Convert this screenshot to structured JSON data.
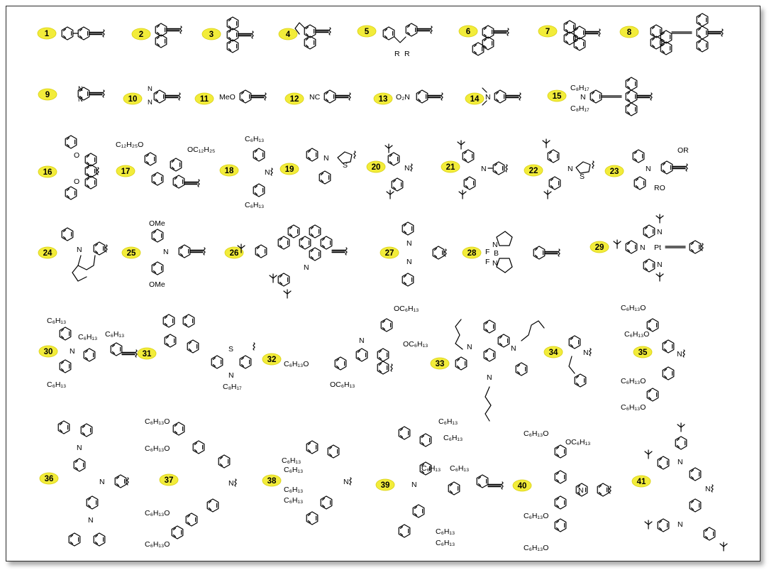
{
  "label_color": "#f2ec3a",
  "compounds": [
    {
      "id": "1",
      "label": "1"
    },
    {
      "id": "2",
      "label": "2"
    },
    {
      "id": "3",
      "label": "3"
    },
    {
      "id": "4",
      "label": "4"
    },
    {
      "id": "5",
      "label": "5"
    },
    {
      "id": "6",
      "label": "6"
    },
    {
      "id": "7",
      "label": "7"
    },
    {
      "id": "8",
      "label": "8"
    },
    {
      "id": "9",
      "label": "9"
    },
    {
      "id": "10",
      "label": "10"
    },
    {
      "id": "11",
      "label": "11"
    },
    {
      "id": "12",
      "label": "12"
    },
    {
      "id": "13",
      "label": "13"
    },
    {
      "id": "14",
      "label": "14"
    },
    {
      "id": "15",
      "label": "15"
    },
    {
      "id": "16",
      "label": "16"
    },
    {
      "id": "17",
      "label": "17"
    },
    {
      "id": "18",
      "label": "18"
    },
    {
      "id": "19",
      "label": "19"
    },
    {
      "id": "20",
      "label": "20"
    },
    {
      "id": "21",
      "label": "21"
    },
    {
      "id": "22",
      "label": "22"
    },
    {
      "id": "23",
      "label": "23"
    },
    {
      "id": "24",
      "label": "24"
    },
    {
      "id": "25",
      "label": "25"
    },
    {
      "id": "26",
      "label": "26"
    },
    {
      "id": "27",
      "label": "27"
    },
    {
      "id": "28",
      "label": "28"
    },
    {
      "id": "29",
      "label": "29"
    },
    {
      "id": "30",
      "label": "30"
    },
    {
      "id": "31",
      "label": "31"
    },
    {
      "id": "32",
      "label": "32"
    },
    {
      "id": "33",
      "label": "33"
    },
    {
      "id": "34",
      "label": "34"
    },
    {
      "id": "35",
      "label": "35"
    },
    {
      "id": "36",
      "label": "36"
    },
    {
      "id": "37",
      "label": "37"
    },
    {
      "id": "38",
      "label": "38"
    },
    {
      "id": "39",
      "label": "39"
    },
    {
      "id": "40",
      "label": "40"
    },
    {
      "id": "41",
      "label": "41"
    }
  ],
  "atoms": {
    "R": "R",
    "MeO": "MeO",
    "NC": "NC",
    "O2N": "O₂N",
    "N": "N",
    "S": "S",
    "O": "O",
    "OR": "OR",
    "RO": "RO",
    "OMe": "OMe",
    "F": "F",
    "B": "B",
    "Pt": "Pt",
    "C6H13": "C₆H₁₃",
    "C8H17": "C₈H₁₇",
    "C12H25O": "C₁₂H₂₅O",
    "OC12H25": "OC₁₂H₂₅",
    "OC6H13": "OC₆H₁₃",
    "C6H13O": "C₆H₁₃O"
  }
}
